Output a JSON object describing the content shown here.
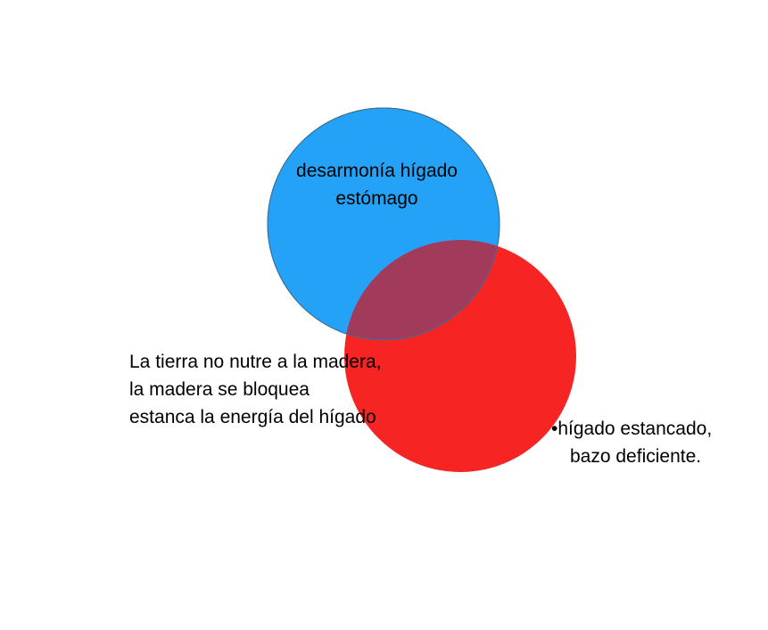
{
  "circles": [
    {
      "name": "blue-circle",
      "color": "#24a2f7"
    },
    {
      "name": "red-circle",
      "color": "#f72424"
    }
  ],
  "overlap_color": "#a23a5c",
  "labels": {
    "top": [
      "desarmonía hígado",
      "estómago"
    ],
    "left": [
      "La tierra no nutre a la madera,",
      "la madera se bloquea",
      "estanca la energía del hígado"
    ],
    "right": [
      "•hígado estancado,",
      "bazo deficiente."
    ]
  }
}
